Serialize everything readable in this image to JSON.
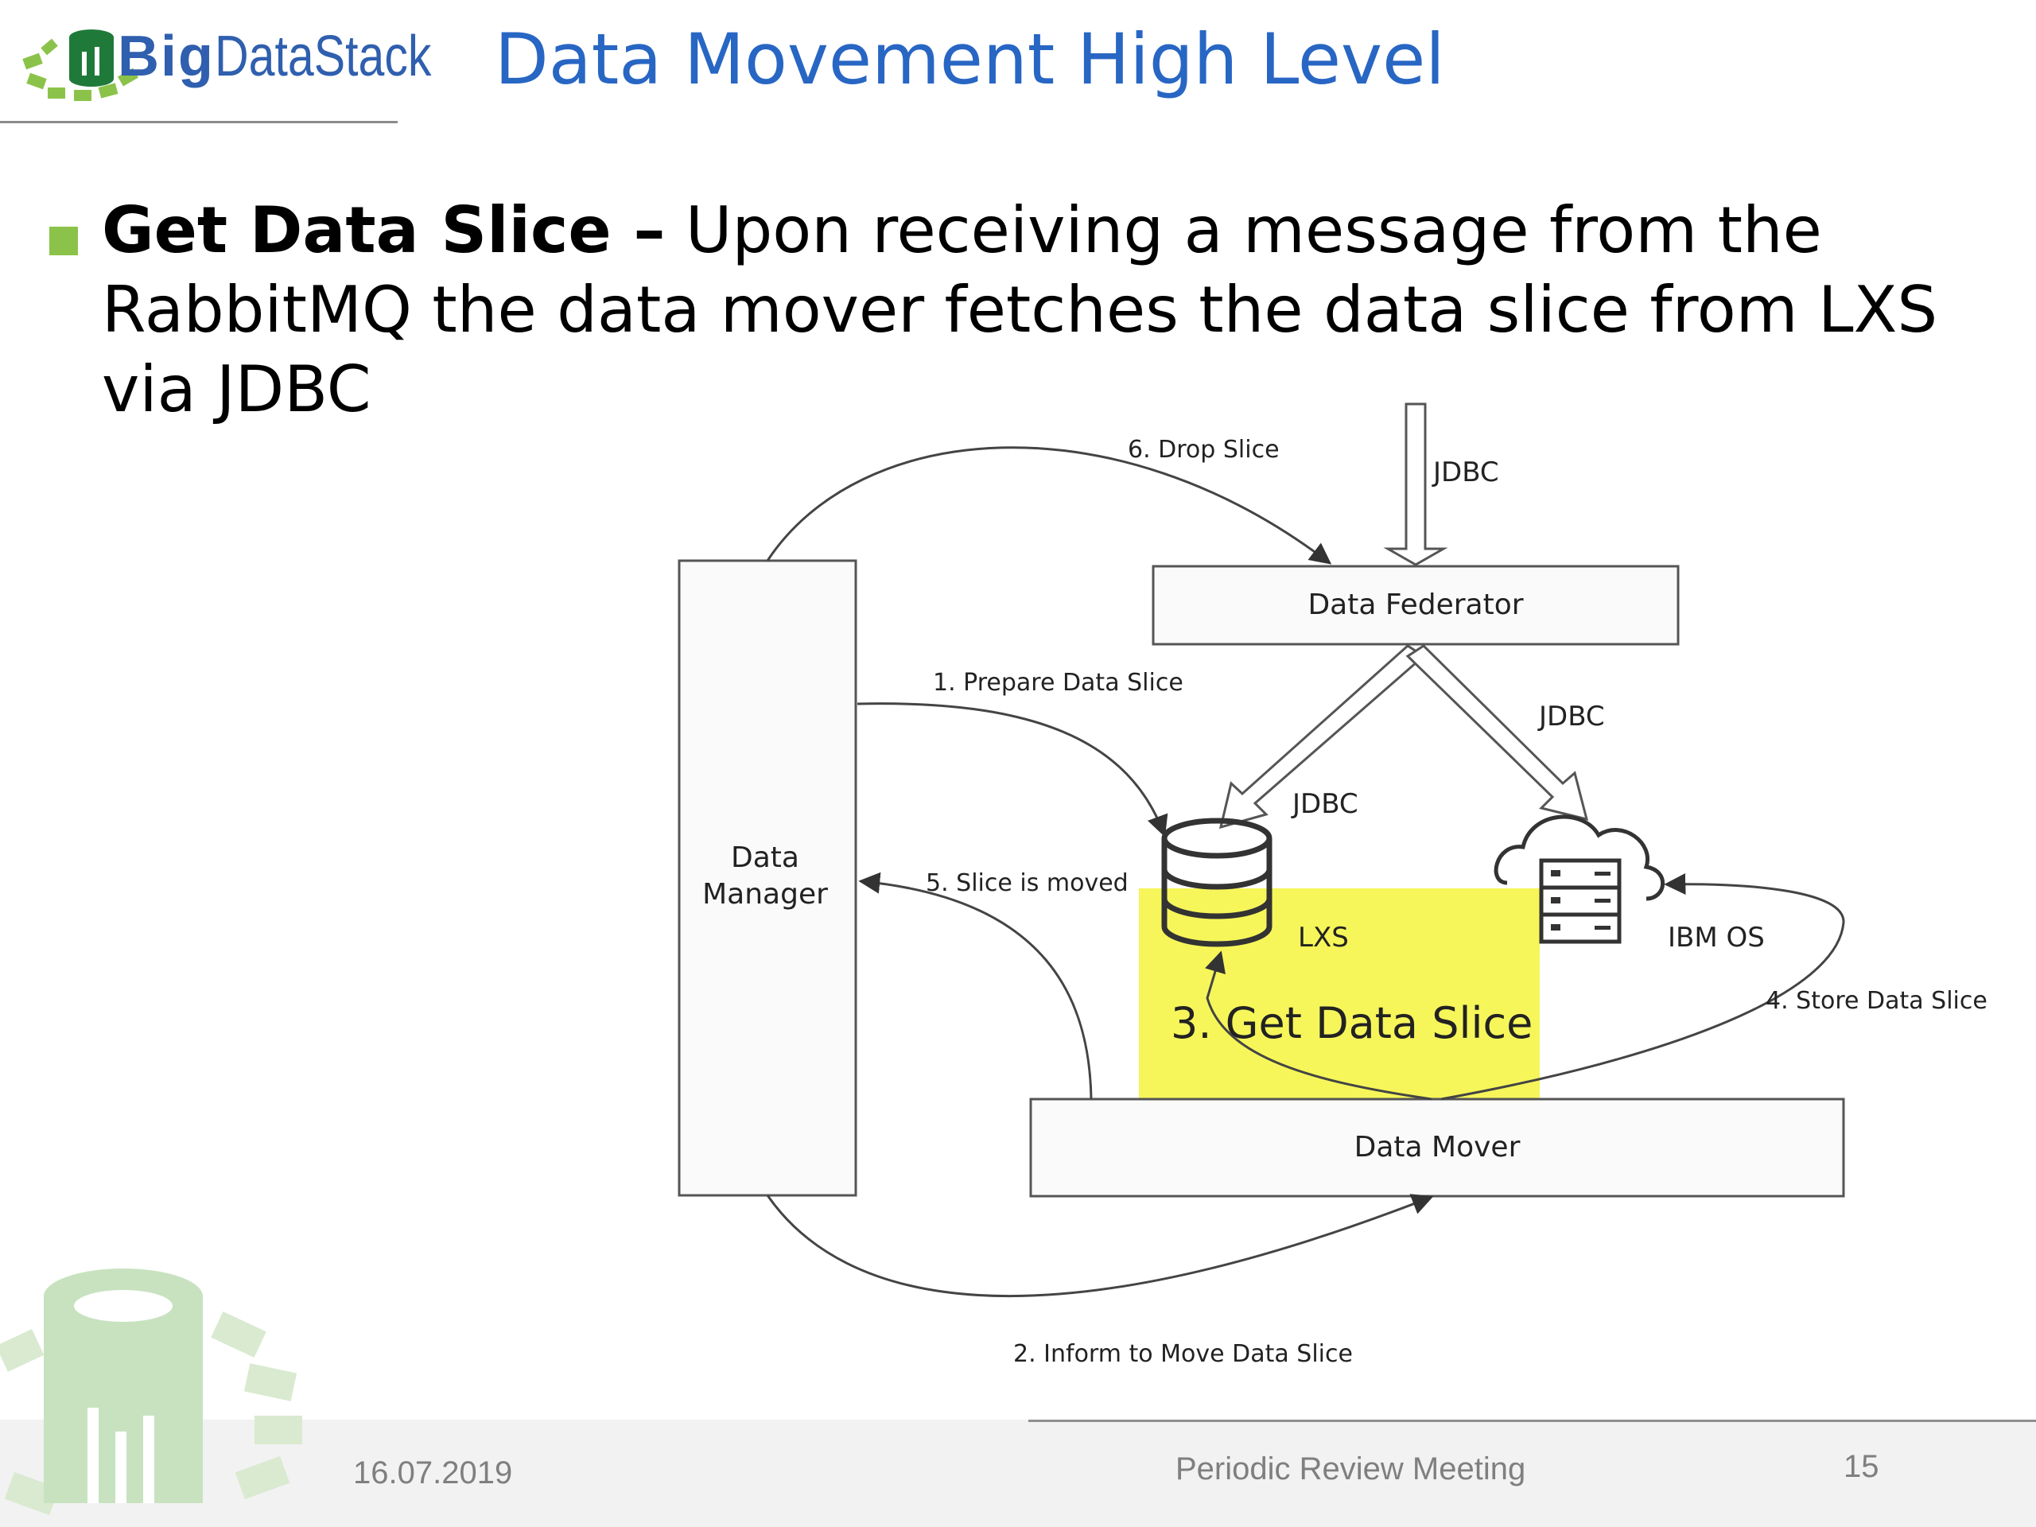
{
  "header": {
    "logo_big": "Big",
    "logo_rest": "DataStack",
    "title": "Data Movement High Level"
  },
  "bullet": {
    "lead": "Get Data Slice –",
    "text": " Upon receiving a message from the RabbitMQ the data mover fetches the data slice from LXS via JDBC"
  },
  "diagram": {
    "data_manager_line1": "Data",
    "data_manager_line2": "Manager",
    "data_federator": "Data Federator",
    "data_mover": "Data Mover",
    "lxs": "LXS",
    "ibm_os": "IBM OS",
    "jdbc_top": "JDBC",
    "jdbc_left": "JDBC",
    "jdbc_right": "JDBC",
    "step1": "1. Prepare Data Slice",
    "step2": "2. Inform to Move Data Slice",
    "step3": "3. Get Data Slice",
    "step4": "4. Store Data Slice",
    "step5": "5. Slice is moved",
    "step6": "6. Drop Slice",
    "highlight_color": "#f6f65a"
  },
  "footer": {
    "date": "16.07.2019",
    "center": "Periodic Review Meeting",
    "page": "15"
  },
  "colors": {
    "title": "#2866c4",
    "bullet": "#8bc34a",
    "logo_green": "#8bc34a",
    "logo_blue": "#2f5fae"
  }
}
